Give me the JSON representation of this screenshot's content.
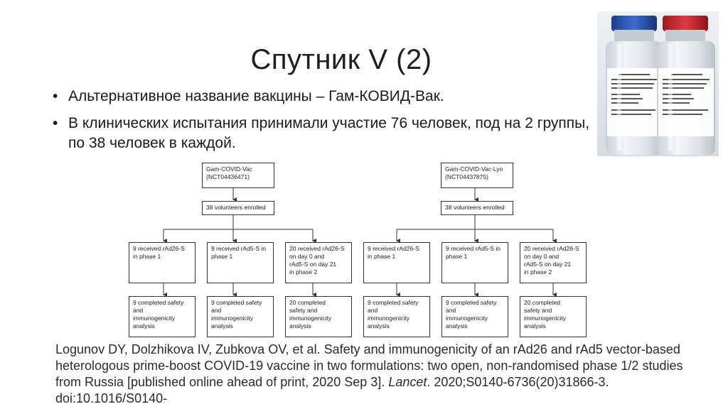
{
  "slide": {
    "title": "Спутник V (2)",
    "bullets": [
      "Альтернативное название вакцины – Гам-КОВИД-Вак.",
      "В клинических испытания принимали участие 76 человек, под на 2 группы, по 38 человек в каждой."
    ],
    "bullet_glyph": "•"
  },
  "photo": {
    "label_left": "Медицина ГамКОВИД-Вак раствор для внутримышечного введения, 1 доза 0,5 мл Серия: Дата выпуска: Годен до: Хранить при температуре не выше -18°С",
    "label_right": "Медицина ГамКОВИД-Вак раствор для внутримышечного введения, 1 доза 0,5 мл Серия: Дата выпуска: Годен до: Хранить при температуре не выше -18°С"
  },
  "flowchart": {
    "groups": [
      {
        "top": "Gam-COVID-Vac\n(NCT04436471)",
        "enrolled": "38 volunteers enrolled",
        "arms": [
          {
            "received": "9 received rAd26-S\nin phase 1",
            "completed": "9 completed safety\nand\nimmunogenicity\nanalysis"
          },
          {
            "received": "9 received rAd5-S in\nphase 1",
            "completed": "9 completed safety\nand\nimmunogenicity\nanalysis"
          },
          {
            "received": "20 received rAd26-S\non day 0 and\nrAd5-S on day 21\nin phase 2",
            "completed": "20 completed\nsafety and\nimmunogenicity\nanalysis"
          }
        ]
      },
      {
        "top": "Gam-COVID-Vac-Lyo\n(NCT04437875)",
        "enrolled": "38 volunteers enrolled",
        "arms": [
          {
            "received": "9 received rAd26-S\nin phase 1",
            "completed": "9 completed safety\nand\nimmunogenicity\nanalysis"
          },
          {
            "received": "9 received rAd5-S in\nphase 1",
            "completed": "9 completed safety\nand\nimmunogenicity\nanalysis"
          },
          {
            "received": "20 received rAd26-S\non day 0 and\nrAd5-S on day 21\nin phase 2",
            "completed": "20 completed\nsafety and\nimmunogenicity\nanalysis"
          }
        ]
      }
    ]
  },
  "reference": {
    "part1": "Logunov DY, Dolzhikova IV, Zubkova OV, et al. Safety and immunogenicity of an rAd26 and rAd5 vector-based heterologous prime-boost COVID-19 vaccine in two formulations: two open, non-randomised phase 1/2 studies from Russia [published online ahead of print, 2020 Sep 3]. ",
    "journal": "Lancet",
    "part2": ". 2020;S0140-6736(20)31866-3. doi:10.1016/S0140-"
  }
}
